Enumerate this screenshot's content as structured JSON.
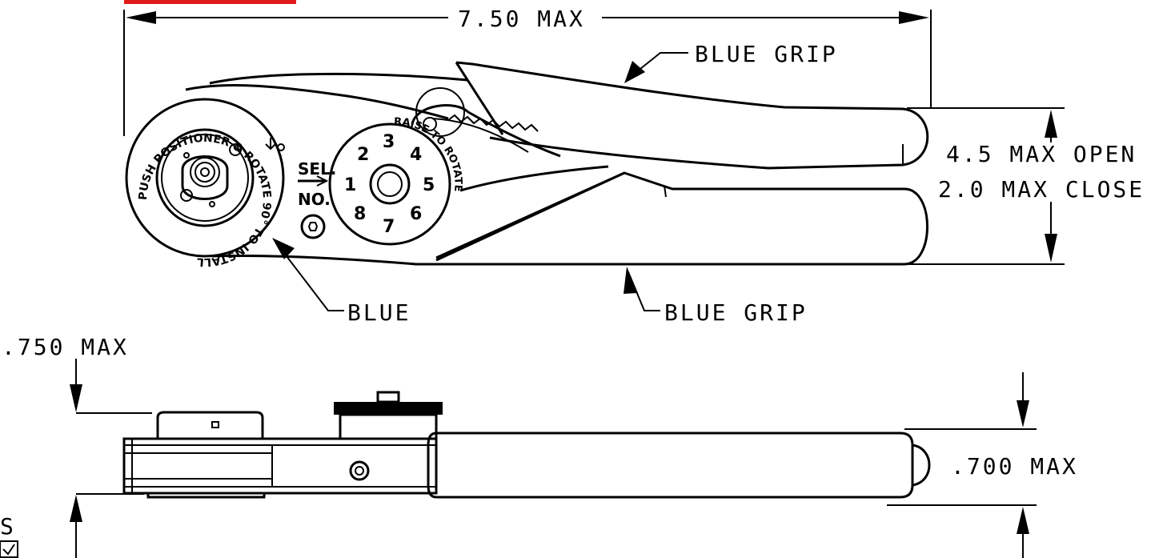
{
  "dimensions": {
    "overall_length": "7.50 MAX",
    "open_close_line1": "4.5 MAX OPEN",
    "open_close_line2": "2.0 MAX CLOSE",
    "thickness_top": ".750 MAX",
    "thickness_handle": ".700 MAX"
  },
  "callouts": {
    "upper_grip": "BLUE GRIP",
    "lower_grip": "BLUE GRIP",
    "body": "BLUE"
  },
  "tool_markings": {
    "positioner_text": "PUSH POSITIONER & ROTATE 90° TO INSTALL",
    "selector_label_top": "SEL.",
    "selector_label_bottom": "NO.",
    "dial_text": "RAISE TO ROTATE",
    "dial_numbers": [
      "1",
      "2",
      "3",
      "4",
      "5",
      "6",
      "7",
      "8"
    ]
  },
  "edge_fragment": "S",
  "colors": {
    "line": "#000000",
    "header_bar": "#e01a1a",
    "background": "#ffffff"
  }
}
